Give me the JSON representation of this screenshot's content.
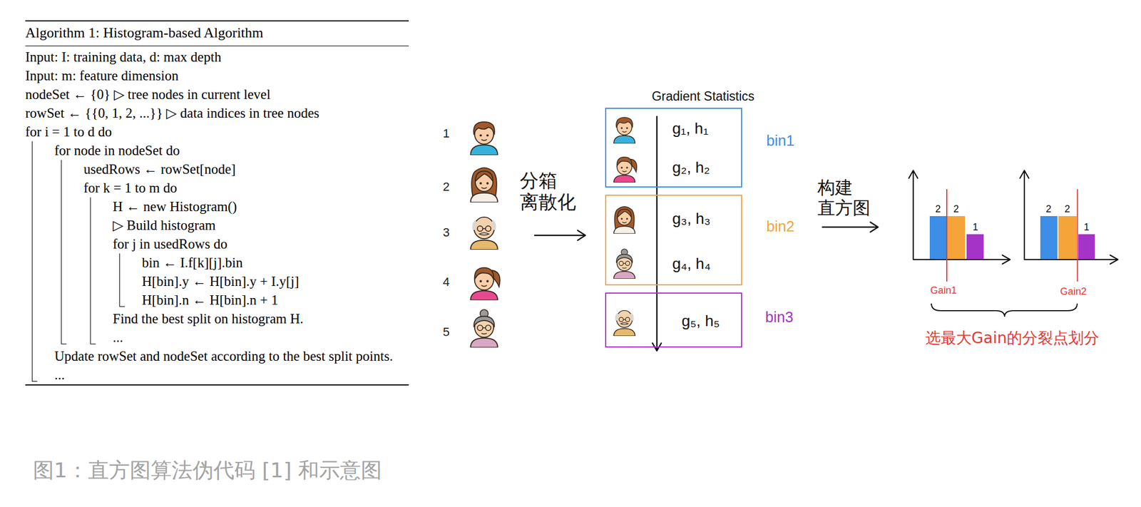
{
  "diagram": {
    "caption": "图1：直方图算法伪代码 [1] 和示意图",
    "nodes": [
      {
        "text": [
          "Algorithm 1: Histogram-based Algorithm",
          "Input: I: training data, d: max depth",
          "Input: m: feature dimension",
          "nodeSet ← {0} ▷ tree nodes in current level",
          "rowSet ← {{0, 1, 2, ...}} ▷ data indices in tree nodes",
          "for i = 1 to d do",
          "for node in nodeSet do",
          "usedRows ← rowSet[node]",
          "for k = 1 to m do",
          "H ← new Histogram()",
          "▷ Build histogram",
          "for j in usedRows do",
          "bin ← I.f[k][j].bin",
          "H[bin].y ← H[bin].y + I.y[j]",
          "H[bin].n ← H[bin].n + 1",
          "Find the best split on histogram H.",
          "...",
          "Update rowSet and nodeSet according to the best split points.",
          "..."
        ]
      },
      {
        "text": [
          "g₁, h₁",
          "g₂, h₂",
          "bin1"
        ]
      },
      {
        "text": [
          "g₃, h₃",
          "g₄, h₄",
          "bin2"
        ]
      },
      {
        "text": [
          "g₅, h₅",
          "bin3"
        ]
      }
    ],
    "labels": [
      "1",
      "2",
      "3",
      "4",
      "5",
      "分箱 离散化",
      "Gradient Statistics",
      "构建 直方图",
      "2",
      "2",
      "1",
      "Gain1",
      "2",
      "2",
      "1",
      "Gain2",
      "选最大Gain的分裂点划分"
    ]
  }
}
